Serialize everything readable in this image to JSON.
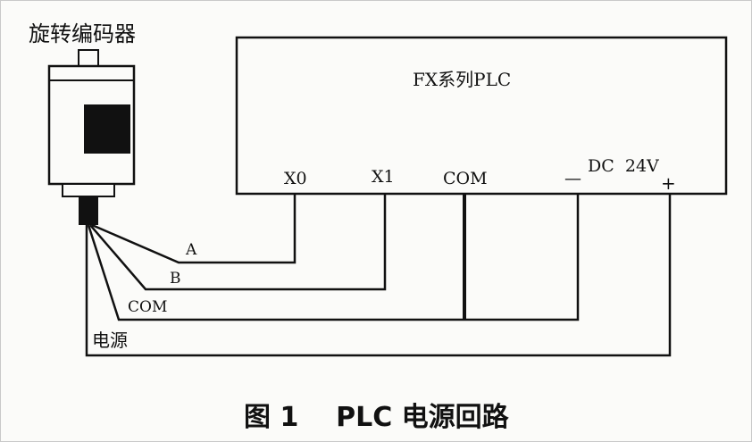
{
  "encoder": {
    "label": "旋转编码器"
  },
  "plc": {
    "title": "FX系列PLC",
    "terminals": {
      "x0": "X0",
      "x1": "X1",
      "com": "COM",
      "minus": "—",
      "dc24v": "DC  24V",
      "plus": "+"
    }
  },
  "wires": {
    "a": "A",
    "b": "B",
    "com": "COM",
    "power": "电源"
  },
  "caption": "图 1    PLC 电源回路"
}
